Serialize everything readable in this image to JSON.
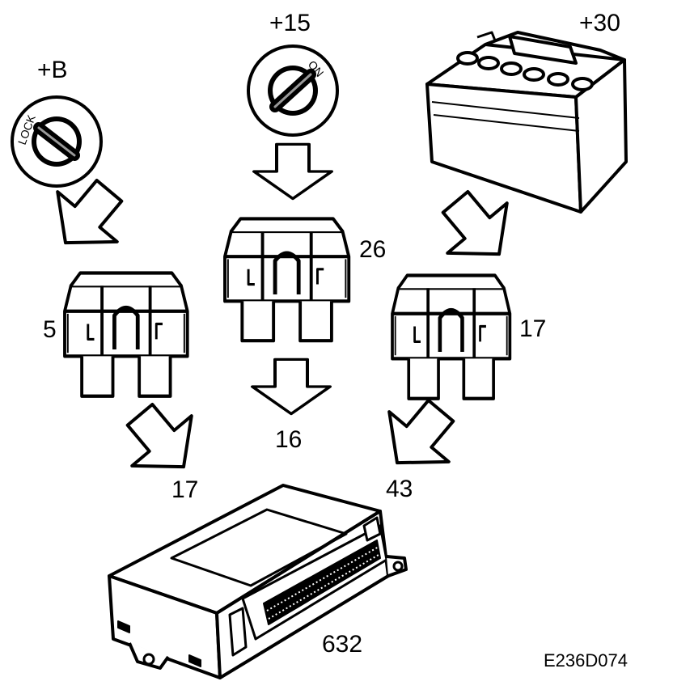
{
  "sources": {
    "ignition_lock": {
      "label": "+B",
      "marking": "LOCK",
      "icon": "ignition-lock-icon"
    },
    "ignition_on": {
      "label": "+15",
      "marking": "ON",
      "icon": "ignition-on-icon"
    },
    "battery": {
      "label": "+30",
      "icon": "battery-icon"
    }
  },
  "fuses": {
    "left": {
      "number": "5",
      "icon": "blade-fuse-icon"
    },
    "middle": {
      "number": "26",
      "icon": "blade-fuse-icon"
    },
    "right": {
      "number": "17",
      "icon": "blade-fuse-icon"
    }
  },
  "pins": {
    "left": "17",
    "middle": "16",
    "right": "43"
  },
  "control_unit": {
    "number": "632",
    "icon": "control-module-icon"
  },
  "figure_code": "E236D074"
}
